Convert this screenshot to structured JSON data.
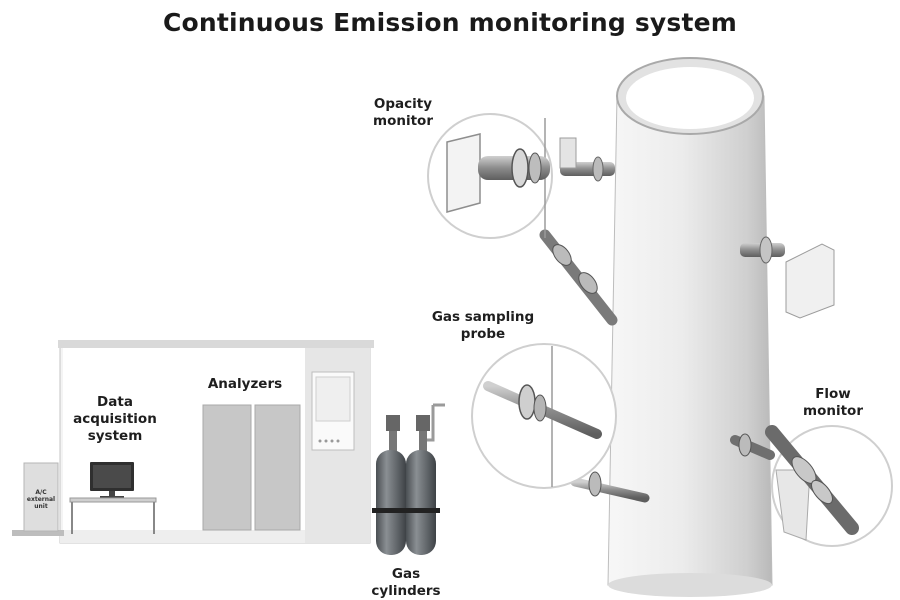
{
  "title": "Continuous Emission monitoring system",
  "labels": {
    "opacity_1": "Opacity",
    "opacity_2": "monitor",
    "gas_probe_1": "Gas sampling",
    "gas_probe_2": "probe",
    "flow_1": "Flow",
    "flow_2": "monitor",
    "analyzers": "Analyzers",
    "daq_1": "Data",
    "daq_2": "acquisition",
    "daq_3": "system",
    "gas_cyl_1": "Gas",
    "gas_cyl_2": "cylinders",
    "ac_1": "A/C",
    "ac_2": "external",
    "ac_3": "unit"
  },
  "colors": {
    "stack": "#ececec",
    "metal": "#8a8a8a",
    "cabinet": "#c8c8c8",
    "cylinder": "#5a5f63"
  }
}
